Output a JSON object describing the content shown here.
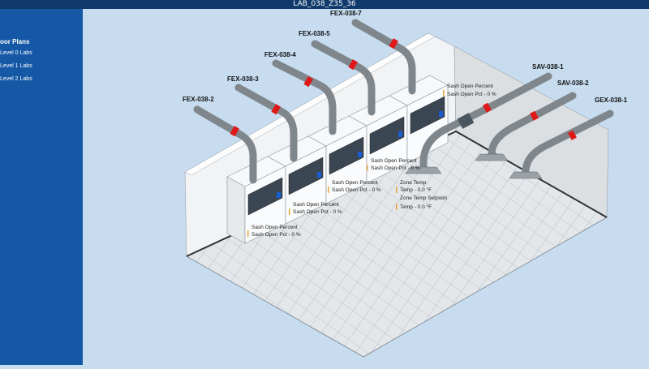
{
  "window": {
    "title": "LAB_038_Z35_36"
  },
  "sidebar": {
    "header": "oor Plans",
    "items": [
      {
        "label": "Level 0 Labs"
      },
      {
        "label": "Level 1 Labs"
      },
      {
        "label": "Level 2 Labs"
      }
    ]
  },
  "equipment": {
    "fex_2": "FEX-038-2",
    "fex_3": "FEX-038-3",
    "fex_4": "FEX-038-4",
    "fex_5": "FEX-038-5",
    "fex_7": "FEX-038-7",
    "sav_1": "SAV-038-1",
    "sav_2": "SAV-038-2",
    "gex_1": "GEX-038-1"
  },
  "readouts": [
    {
      "name": "Sash Open Percent",
      "value": "Sash Open Pct - 0 %"
    },
    {
      "name": "Sash Open Percent",
      "value": "Sash Open Pct - 0 %"
    },
    {
      "name": "Sash Open Percent",
      "value": "Sash Open Pct - 0 %"
    },
    {
      "name": "Sash Open Percent",
      "value": "Sash Open Pct - 0 %"
    },
    {
      "name": "Sash Open Percent",
      "value": "Sash Open Pct - 0 %"
    }
  ],
  "zone": {
    "temp_label": "Zone Temp",
    "temp_value": "Temp - 0.0 °F",
    "setpoint_label": "Zone Temp Setpoint",
    "setpoint_value": "Temp - 0.0 °F"
  },
  "colors": {
    "sidebar": "#1458a6",
    "titlebar": "#0f3a6b",
    "background": "#c7dcef",
    "valve": "#e01818",
    "duct": "#7f868c"
  }
}
